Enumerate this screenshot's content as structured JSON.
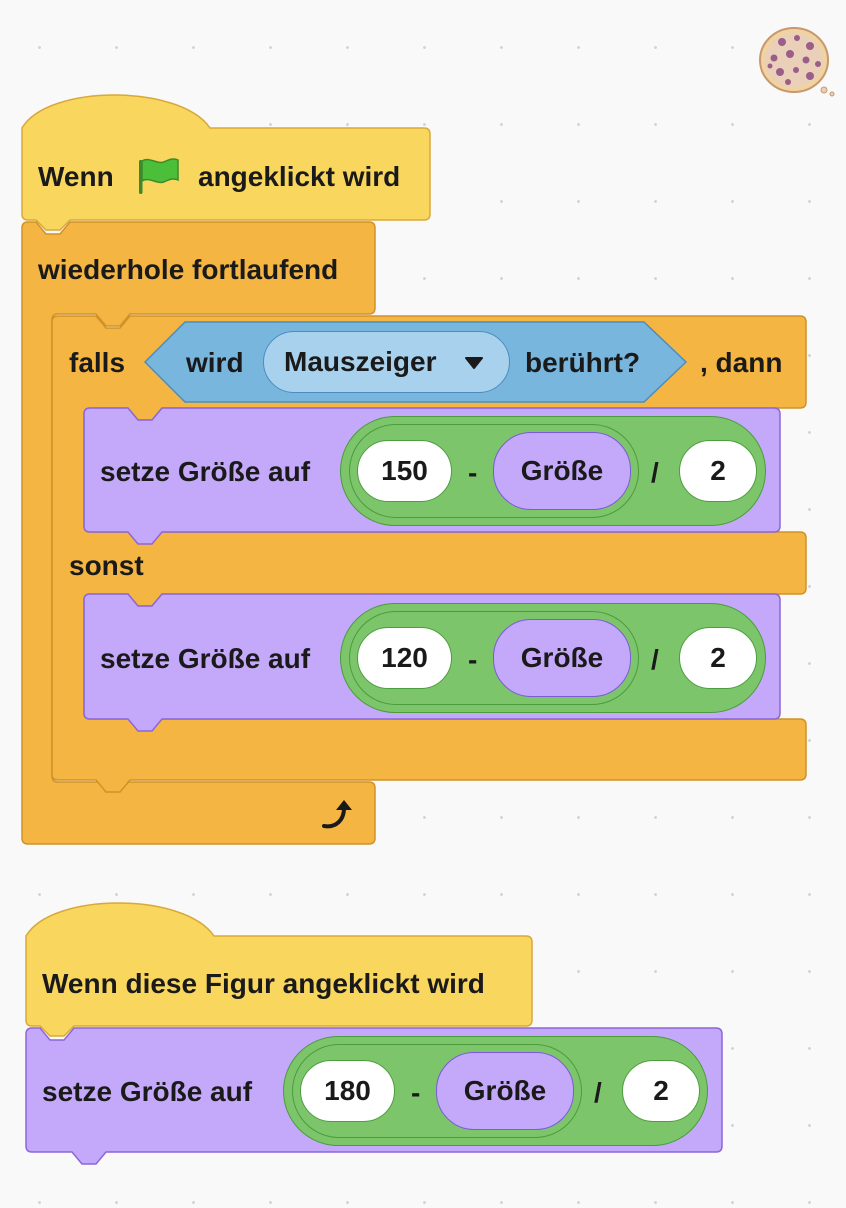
{
  "script1": {
    "hat": {
      "prefix": "Wenn",
      "suffix": "angeklickt wird",
      "icon": "green-flag-icon"
    },
    "forever_label": "wiederhole fortlaufend",
    "if_else": {
      "if_label": "falls",
      "condition": {
        "pre": "wird",
        "dropdown_value": "Mauszeiger",
        "post": "berührt?"
      },
      "then_label": ", dann",
      "else_label": "sonst"
    },
    "block_if": {
      "label": "setze Größe auf",
      "a": "150",
      "minus": "-",
      "var": "Größe",
      "div": "/",
      "b": "2"
    },
    "block_else": {
      "label": "setze Größe auf",
      "a": "120",
      "minus": "-",
      "var": "Größe",
      "div": "/",
      "b": "2"
    },
    "loop_icon": "loop-arrow-icon"
  },
  "script2": {
    "hat_label": "Wenn diese Figur angeklickt wird",
    "block": {
      "label": "setze Größe auf",
      "a": "180",
      "minus": "-",
      "var": "Größe",
      "div": "/",
      "b": "2"
    }
  },
  "colors": {
    "events": "#f9d65e",
    "control": "#f4b542",
    "looks": "#c4a8fa",
    "sensing": "#78b6de",
    "operators": "#7dc56b"
  }
}
